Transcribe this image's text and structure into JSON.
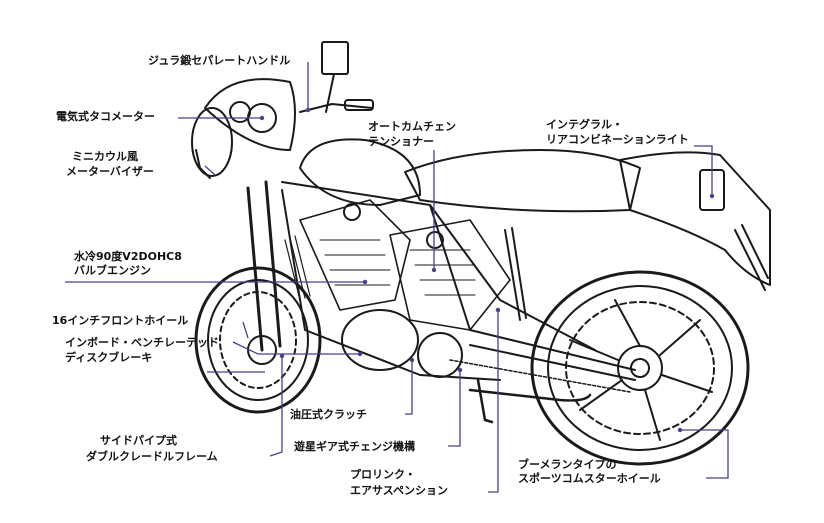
{
  "labels": {
    "handle": "ジュラ鍛セパレートハンドル",
    "tacho": "電気式タコメーター",
    "visor_1": "ミニカウル風",
    "visor_2": "メーターバイザー",
    "engine_1": "水冷90度V2DOHC8",
    "engine_2": "バルブエンジン",
    "front_wheel": "16インチフロントホイール",
    "brake_1": "インボード・ベンチレーテッド",
    "brake_2": "ディスクブレーキ",
    "frame_1": "サイドパイプ式",
    "frame_2": "ダブルクレードルフレーム",
    "clutch": "油圧式クラッチ",
    "gear": "遊星ギア式チェンジ機構",
    "suspension_1": "プロリンク・",
    "suspension_2": "エアサスペンション",
    "cam_1": "オートカムチェン",
    "cam_2": "テンショナー",
    "light_1": "インテグラル・",
    "light_2": "リアコンビネーションライト",
    "rear_wheel_1": "ブーメランタイプの",
    "rear_wheel_2": "スポーツコムスターホイール"
  },
  "colors": {
    "leader": "#4a3f8c",
    "ink": "#1a1a1a"
  }
}
